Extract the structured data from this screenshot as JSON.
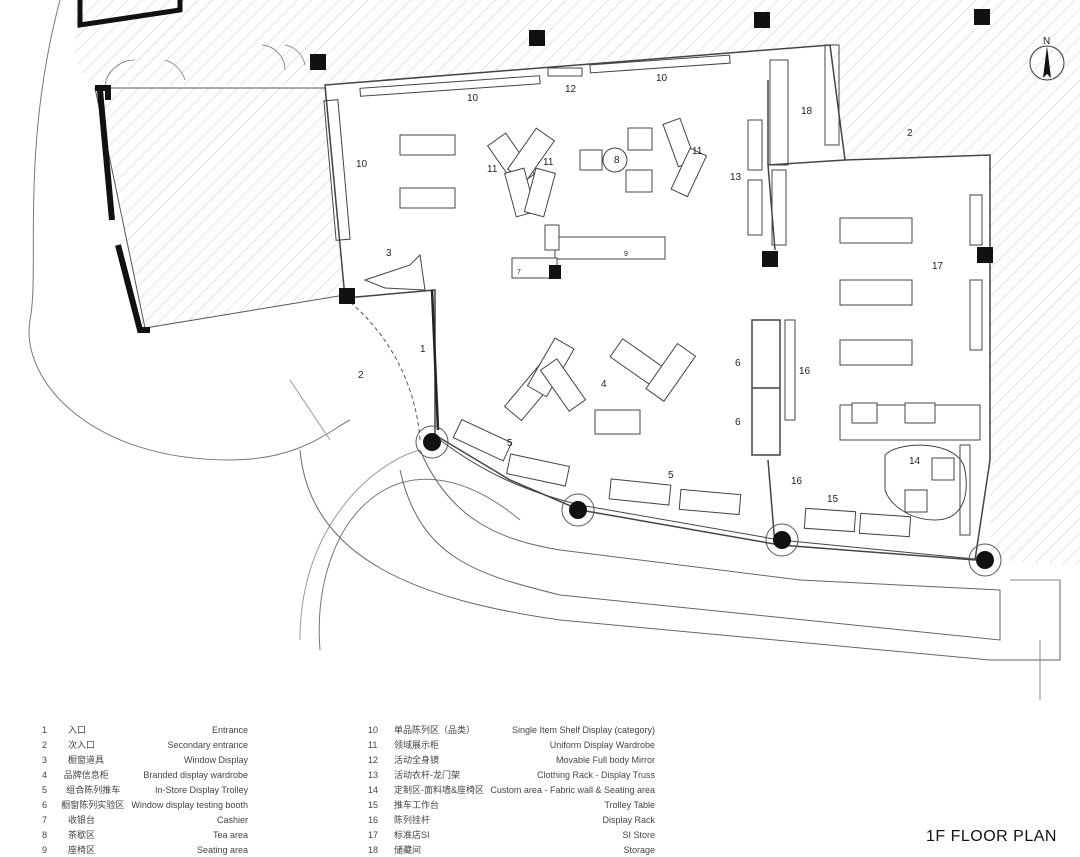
{
  "title": "1F FLOOR PLAN",
  "north_label": "N",
  "zone_labels": {
    "z1": "1",
    "z2a": "2",
    "z2b": "2",
    "z3": "3",
    "z4": "4",
    "z5a": "5",
    "z5b": "5",
    "z6a": "6",
    "z6b": "6",
    "z7": "7",
    "z8": "8",
    "z9": "9",
    "z10a": "10",
    "z10b": "10",
    "z10c": "10",
    "z11a": "11",
    "z11b": "11",
    "z11c": "11",
    "z12": "12",
    "z13": "13",
    "z14": "14",
    "z15": "15",
    "z16a": "16",
    "z16b": "16",
    "z17": "17",
    "z18": "18"
  },
  "legend": [
    {
      "num": "1",
      "cn": "入口",
      "en": "Entrance"
    },
    {
      "num": "2",
      "cn": "次入口",
      "en": "Secondary entrance"
    },
    {
      "num": "3",
      "cn": "橱窗道具",
      "en": "Window Display"
    },
    {
      "num": "4",
      "cn": "品牌信息柜",
      "en": "Branded display wardrobe"
    },
    {
      "num": "5",
      "cn": "组合陈列推车",
      "en": "In-Store Display Trolley"
    },
    {
      "num": "6",
      "cn": "橱窗陈列实验区",
      "en": "Window display testing booth"
    },
    {
      "num": "7",
      "cn": "收银台",
      "en": "Cashier"
    },
    {
      "num": "8",
      "cn": "茶歇区",
      "en": "Tea area"
    },
    {
      "num": "9",
      "cn": "座椅区",
      "en": "Seating area"
    },
    {
      "num": "10",
      "cn": "单品陈列区（品类）",
      "en": "Single Item Shelf Display  (category)"
    },
    {
      "num": "11",
      "cn": "领域展示柜",
      "en": "Uniform Display Wardrobe"
    },
    {
      "num": "12",
      "cn": "活动全身镜",
      "en": "Movable Full body Mirror"
    },
    {
      "num": "13",
      "cn": "活动衣杆-龙门架",
      "en": "Clothing Rack - Display Truss"
    },
    {
      "num": "14",
      "cn": "定制区-面料墙&座椅区",
      "en": "Custom area - Fabric wall & Seating area"
    },
    {
      "num": "15",
      "cn": "推车工作台",
      "en": "Trolley Table"
    },
    {
      "num": "16",
      "cn": "陈列挂杆",
      "en": "Display Rack"
    },
    {
      "num": "17",
      "cn": "标准店SI",
      "en": "SI Store"
    },
    {
      "num": "18",
      "cn": "储藏间",
      "en": "Storage"
    }
  ]
}
